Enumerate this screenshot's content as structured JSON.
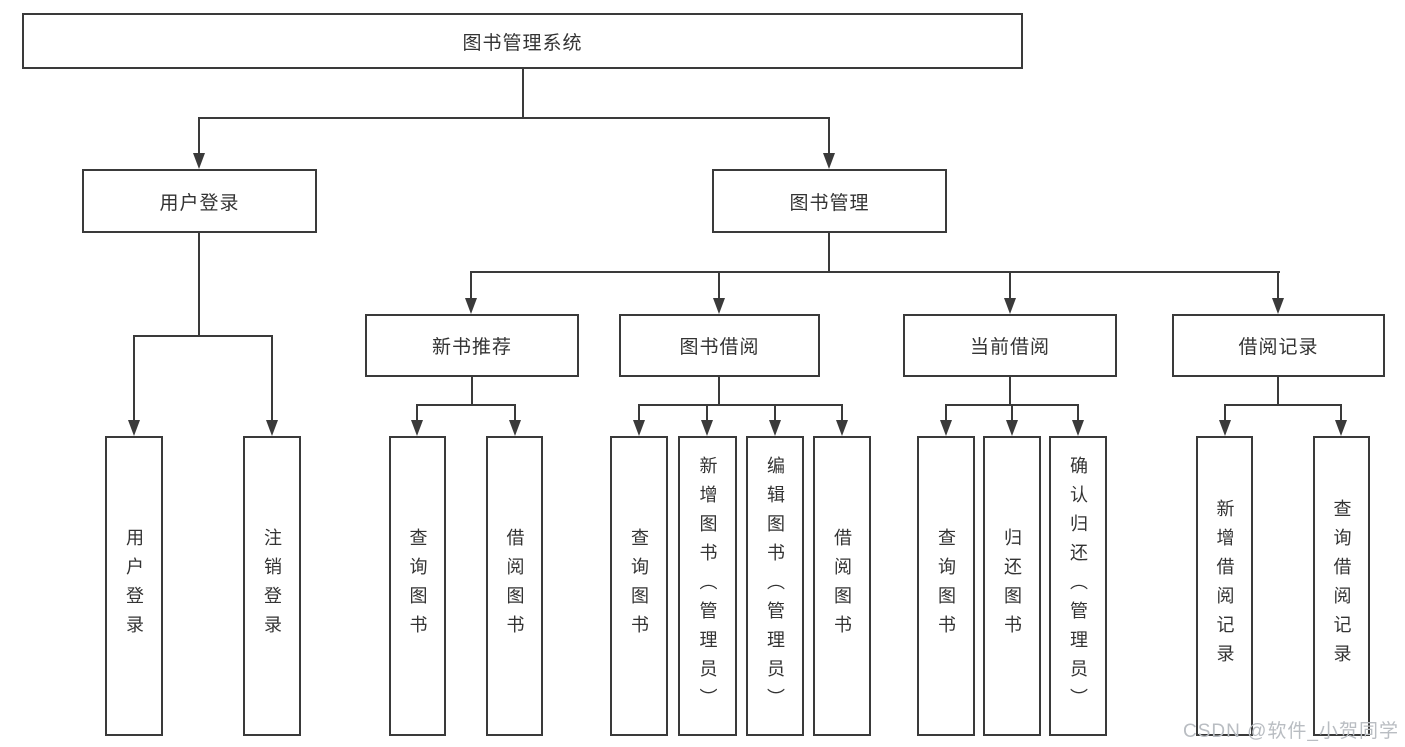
{
  "diagram": {
    "root": {
      "label": "图书管理系统"
    },
    "level1": {
      "user_login_module": {
        "label": "用户登录"
      },
      "book_management": {
        "label": "图书管理"
      }
    },
    "level2": {
      "new_book_recommend": {
        "label": "新书推荐"
      },
      "book_borrowing": {
        "label": "图书借阅"
      },
      "current_borrowing": {
        "label": "当前借阅"
      },
      "borrow_records": {
        "label": "借阅记录"
      }
    },
    "leaves": {
      "user_login": {
        "label": "用户登录"
      },
      "logout": {
        "label": "注销登录"
      },
      "nb_query_books": {
        "label": "查询图书"
      },
      "nb_borrow_books": {
        "label": "借阅图书"
      },
      "bb_query_books": {
        "label": "查询图书"
      },
      "bb_add_books_admin": {
        "label": "新增图书（管理员）"
      },
      "bb_edit_books_admin": {
        "label": "编辑图书（管理员）"
      },
      "bb_borrow_books": {
        "label": "借阅图书"
      },
      "cb_query_books": {
        "label": "查询图书"
      },
      "cb_return_books": {
        "label": "归还图书"
      },
      "cb_confirm_return_admin": {
        "label": "确认归还（管理员）"
      },
      "br_add_record": {
        "label": "新增借阅记录"
      },
      "br_query_record": {
        "label": "查询借阅记录"
      }
    }
  },
  "watermark": {
    "text": "CSDN @软件_小贺同学"
  },
  "colors": {
    "line": "#3a3a3a",
    "text": "#333333",
    "watermark_gray": "#b9bdc2",
    "background": "#ffffff"
  }
}
